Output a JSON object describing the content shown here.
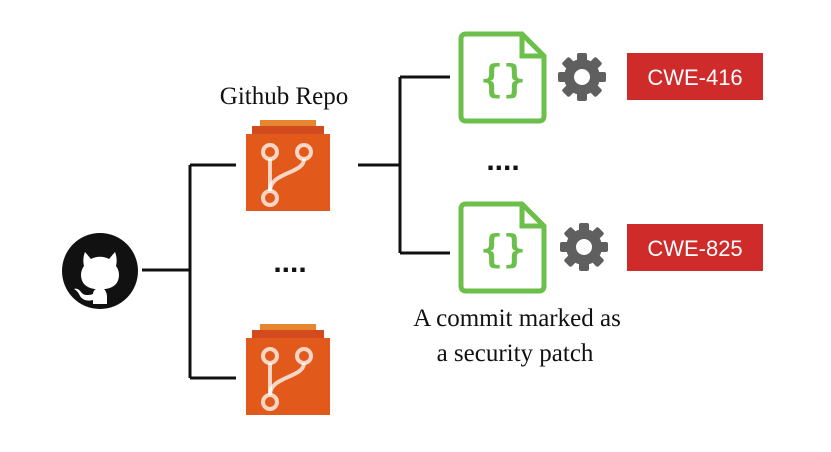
{
  "repo_label": "Github Repo",
  "repo_ellipsis": "....",
  "commit_ellipsis": "....",
  "commit_caption": {
    "line1": "A commit marked as",
    "line2": "a security patch"
  },
  "commits": [
    {
      "code_symbol": "{}",
      "cwe": "CWE-416"
    },
    {
      "code_symbol": "{}",
      "cwe": "CWE-825"
    }
  ],
  "colors": {
    "repo_orange": "#e15a1b",
    "repo_orange_dark": "#c9481a",
    "commit_green": "#6dbf4b",
    "gear_gray": "#5f5f5f",
    "cwe_red": "#cf2b2b",
    "line_black": "#111111"
  },
  "icons": {
    "github": "github-icon",
    "repo": "git-branch-icon",
    "commit": "code-file-icon",
    "gear": "gear-icon"
  }
}
